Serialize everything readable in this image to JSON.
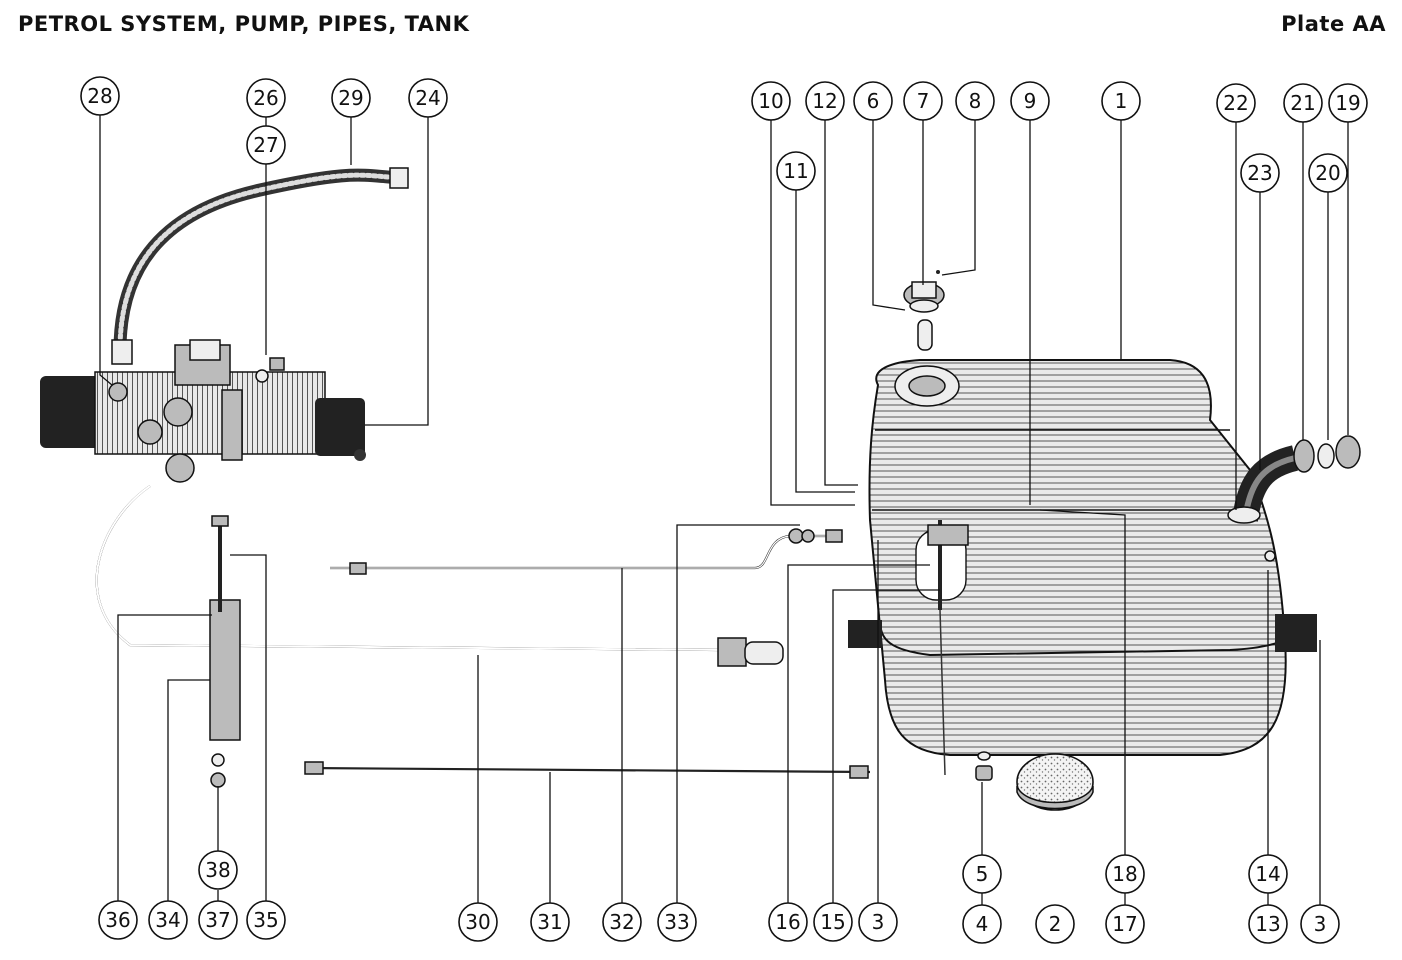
{
  "header": {
    "title": "PETROL SYSTEM, PUMP, PIPES, TANK",
    "plate": "Plate AA"
  },
  "callouts": [
    "1",
    "2",
    "3",
    "4",
    "5",
    "6",
    "7",
    "8",
    "9",
    "10",
    "11",
    "12",
    "13",
    "14",
    "15",
    "16",
    "17",
    "18",
    "19",
    "20",
    "21",
    "22",
    "23",
    "24",
    "26",
    "27",
    "28",
    "29",
    "30",
    "31",
    "32",
    "33",
    "34",
    "35",
    "36",
    "37",
    "38"
  ],
  "components": [
    "fuel-pump",
    "pump-hose",
    "tank",
    "filler-neck-hose",
    "filler-cap",
    "mounting-bracket",
    "fuel-pipes",
    "sender-unit",
    "drain-plug",
    "felt-pad",
    "insulating-strip"
  ]
}
